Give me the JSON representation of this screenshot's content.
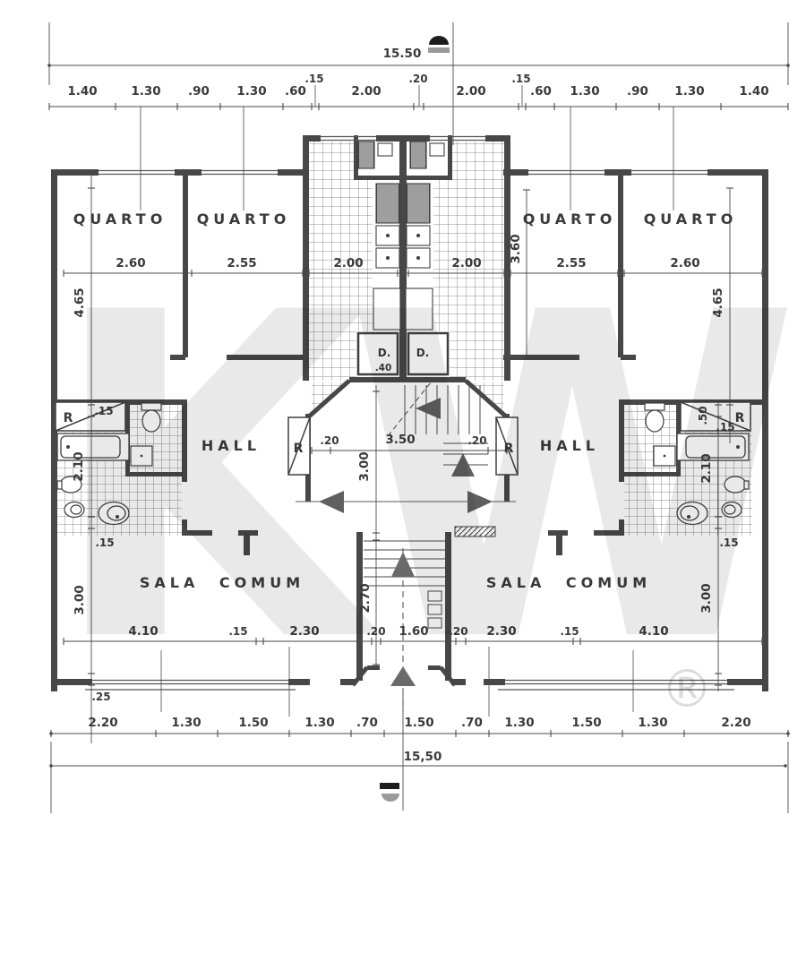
{
  "watermark": {
    "letters": "KW",
    "registered": "®"
  },
  "rooms": {
    "quarto": "QUARTO",
    "hall": "HALL",
    "sala": "SALA COMUM",
    "wardrobe": "R",
    "duct": "D."
  },
  "dims": {
    "overall_top": "15.50",
    "overall_bottom": "15,50",
    "top_row": [
      "1.40",
      "1.30",
      ".90",
      "1.30",
      ".60",
      "2.00",
      "2.00",
      ".60",
      "1.30",
      ".90",
      "1.30",
      "1.40"
    ],
    "top_raised": [
      ".15",
      ".20",
      ".15"
    ],
    "room_widths": [
      "2.60",
      "2.55",
      "2.00",
      "2.00",
      "2.55",
      "2.60"
    ],
    "mid_row": [
      "4.10",
      ".15",
      "2.30",
      ".20",
      "1.60",
      ".20",
      "2.30",
      ".15",
      "4.10"
    ],
    "bottom_row": [
      "2.20",
      "1.30",
      "1.50",
      "1.30",
      ".70",
      "1.50",
      ".70",
      "1.30",
      "1.50",
      "1.30",
      "2.20"
    ],
    "left_chain": [
      "4.65",
      ".15",
      "2.10",
      ".15",
      "3.00",
      ".25"
    ],
    "right_chain": [
      ".50",
      ".15",
      "4.65",
      "2.10",
      ".15",
      "3.00"
    ],
    "center": {
      "hall_width": "3.50",
      "jamb_left": ".20",
      "jamb_right": ".20",
      "hall_depth": "3.00",
      "stair_depth": "2.70",
      "kitchen_depth": "3.60",
      "duct": ".40"
    }
  }
}
